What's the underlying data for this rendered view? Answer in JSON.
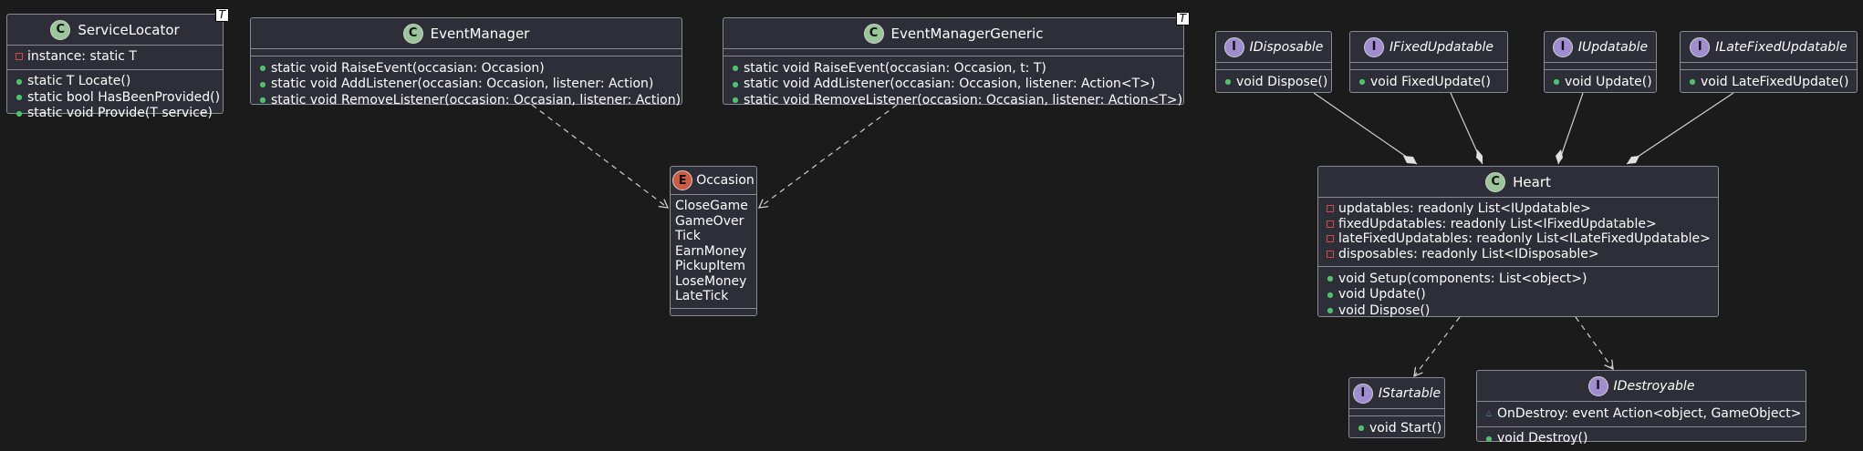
{
  "diagram": {
    "type": "uml-class-diagram",
    "colors": {
      "background": "#1b1b1b",
      "box": "#2e2e38",
      "border": "#8a8a95",
      "class_circle": "#9bc69a",
      "interface_circle": "#a08cd0",
      "enum_circle": "#d05b45",
      "public_marker": "#4ec36b",
      "private_marker": "#d04a4a"
    },
    "classes": {
      "service_locator": {
        "stereotype": "C",
        "name": "ServiceLocator",
        "type_param": "T",
        "fields": [
          {
            "vis": "private",
            "text": "instance: static T"
          }
        ],
        "methods": [
          {
            "vis": "public",
            "text": "static T Locate()"
          },
          {
            "vis": "public",
            "text": "static bool HasBeenProvided()"
          },
          {
            "vis": "public",
            "text": "static void Provide(T service)"
          }
        ]
      },
      "event_manager": {
        "stereotype": "C",
        "name": "EventManager",
        "methods": [
          {
            "vis": "public",
            "text": "static void RaiseEvent(occasian: Occasion)"
          },
          {
            "vis": "public",
            "text": "static void AddListener(occasian: Occasion, listener: Action)"
          },
          {
            "vis": "public",
            "text": "static void RemoveListener(occasion: Occasian, listener: Action)"
          }
        ]
      },
      "event_manager_generic": {
        "stereotype": "C",
        "name": "EventManagerGeneric",
        "type_param": "T",
        "methods": [
          {
            "vis": "public",
            "text": "static void RaiseEvent(occasian: Occasion, t: T)"
          },
          {
            "vis": "public",
            "text": "static void AddListener(occasian: Occasion, listener: Action<T>)"
          },
          {
            "vis": "public",
            "text": "static void RemoveListener(occasion: Occasian, listener: Action<T>)"
          }
        ]
      },
      "occasion": {
        "stereotype": "E",
        "name": "Occasion",
        "values": [
          "CloseGame",
          "GameOver",
          "Tick",
          "EarnMoney",
          "PickupItem",
          "LoseMoney",
          "LateTick"
        ]
      },
      "idisposable": {
        "stereotype": "I",
        "name": "IDisposable",
        "methods": [
          {
            "vis": "public",
            "text": "void Dispose()"
          }
        ]
      },
      "ifixedupdatable": {
        "stereotype": "I",
        "name": "IFixedUpdatable",
        "methods": [
          {
            "vis": "public",
            "text": "void FixedUpdate()"
          }
        ]
      },
      "iupdatable": {
        "stereotype": "I",
        "name": "IUpdatable",
        "methods": [
          {
            "vis": "public",
            "text": "void Update()"
          }
        ]
      },
      "ilatefixedupdatable": {
        "stereotype": "I",
        "name": "ILateFixedUpdatable",
        "methods": [
          {
            "vis": "public",
            "text": "void LateFixedUpdate()"
          }
        ]
      },
      "heart": {
        "stereotype": "C",
        "name": "Heart",
        "fields": [
          {
            "vis": "private",
            "text": "updatables: readonly List<IUpdatable>"
          },
          {
            "vis": "private",
            "text": "fixedUpdatables: readonly List<IFixedUpdatable>"
          },
          {
            "vis": "private",
            "text": "lateFixedUpdatables: readonly List<ILateFixedUpdatable>"
          },
          {
            "vis": "private",
            "text": "disposables: readonly List<IDisposable>"
          }
        ],
        "methods": [
          {
            "vis": "public",
            "text": "void Setup(components: List<object>)"
          },
          {
            "vis": "public",
            "text": "void Update()"
          },
          {
            "vis": "public",
            "text": "void Dispose()"
          }
        ]
      },
      "istartable": {
        "stereotype": "I",
        "name": "IStartable",
        "methods": [
          {
            "vis": "public",
            "text": "void Start()"
          }
        ]
      },
      "idestroyable": {
        "stereotype": "I",
        "name": "IDestroyable",
        "fields": [
          {
            "vis": "package",
            "text": "OnDestroy: event Action<object, GameObject>"
          }
        ],
        "methods": [
          {
            "vis": "public",
            "text": "void Destroy()"
          }
        ]
      }
    },
    "relations": [
      {
        "from": "EventManager",
        "to": "Occasion",
        "kind": "dependency"
      },
      {
        "from": "EventManagerGeneric",
        "to": "Occasion",
        "kind": "dependency"
      },
      {
        "from": "IDisposable",
        "to": "Heart",
        "kind": "composition"
      },
      {
        "from": "IFixedUpdatable",
        "to": "Heart",
        "kind": "composition"
      },
      {
        "from": "IUpdatable",
        "to": "Heart",
        "kind": "composition"
      },
      {
        "from": "ILateFixedUpdatable",
        "to": "Heart",
        "kind": "composition"
      },
      {
        "from": "Heart",
        "to": "IStartable",
        "kind": "dependency"
      },
      {
        "from": "Heart",
        "to": "IDestroyable",
        "kind": "dependency"
      }
    ]
  }
}
